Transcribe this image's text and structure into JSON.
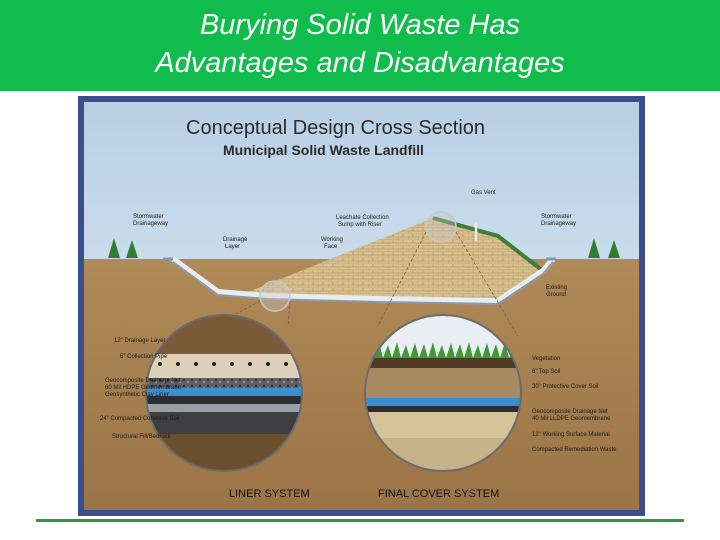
{
  "header": {
    "title_line1": "Burying Solid Waste Has",
    "title_line2": "Advantages and Disadvantages",
    "background_color": "#0fbc4c"
  },
  "figure": {
    "heading": "Conceptual Design Cross Section",
    "subheading": "Municipal Solid Waste Landfill",
    "labels": {
      "stormwater_left_1": "Stormwater",
      "stormwater_left_2": "Drainageway",
      "drainage_layer_1": "Drainage",
      "drainage_layer_2": "Layer",
      "leachate_1": "Leachate Collection",
      "leachate_2": "Sump with Riser",
      "working_face_1": "Working",
      "working_face_2": "Face",
      "gas_vent": "Gas Vent",
      "stormwater_right_1": "Stormwater",
      "stormwater_right_2": "Drainageway",
      "existing_ground_1": "Existing",
      "existing_ground_2": "Ground"
    },
    "liner_layers": [
      "12\" Drainage Layer",
      "6\" Collection Pipe",
      "Geocomposite Drainage Net",
      "60 Mil HDPE Geomembrane",
      "Geosynthetic Clay Liner",
      "24\" Compacted Cohesive Soil",
      "Structural Fill/Bedrock"
    ],
    "cover_layers": [
      "Vegetation",
      "6\" Top Soil",
      "30\" Protective Cover Soil",
      "Geocomposite Drainage Net",
      "40 Mil LLDPE Geomembrane",
      "12\" Working Surface Material",
      "Compacted Remediation Waste"
    ],
    "liner_caption": "LINER SYSTEM",
    "cover_caption": "FINAL COVER SYSTEM"
  }
}
